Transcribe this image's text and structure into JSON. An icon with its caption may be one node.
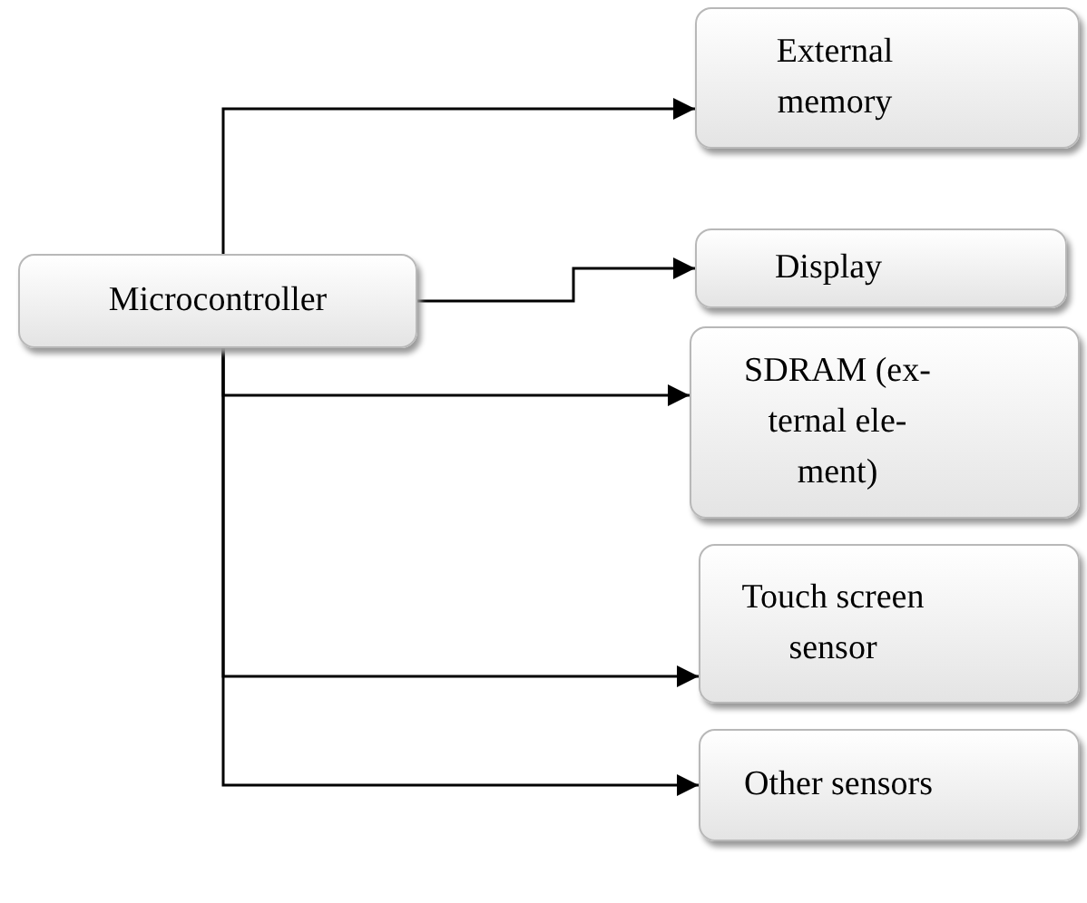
{
  "diagram": {
    "nodes": [
      {
        "text": [
          "Microcontroller"
        ]
      },
      {
        "text": [
          "External memory"
        ]
      },
      {
        "text": [
          "Display"
        ]
      },
      {
        "text": [
          "SDRAM (ex- ternal ele- ment)"
        ]
      },
      {
        "text": [
          "Touch screen sensor"
        ]
      },
      {
        "text": [
          "Other sensors"
        ]
      }
    ],
    "edges": [
      {
        "from": 0,
        "to": 1,
        "arrow": "to"
      },
      {
        "from": 0,
        "to": 2,
        "arrow": "to"
      },
      {
        "from": 0,
        "to": 3,
        "arrow": "to"
      },
      {
        "from": 0,
        "to": 4,
        "arrow": "to"
      },
      {
        "from": 0,
        "to": 5,
        "arrow": "to"
      }
    ]
  }
}
